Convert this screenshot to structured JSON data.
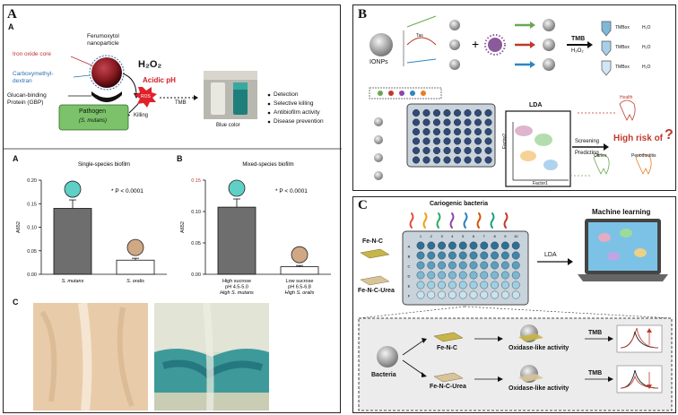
{
  "panelA": {
    "label": "A",
    "sublabel": "A",
    "ferumoxytol": "Ferumoxytol\nnanoparticle",
    "iron_core": "Iron oxide core",
    "carboxymethyl": "Carboxymethyl-\ndextran",
    "glucan": "Glucan-binding\nProtein (GBP)",
    "h2o2": "H₂O₂",
    "acidic": "Acidic pH",
    "ros": "ROS",
    "tmb": "TMB",
    "killing": "Killing",
    "pathogen": "Pathogen",
    "pathogen_species": "(S. mutans)",
    "blue_color": "Blue color",
    "bullets": [
      "Detection",
      "Selective killing",
      "Antibiofilm activity",
      "Disease prevention"
    ],
    "chartA_letter": "A",
    "chartB_letter": "B",
    "photo_letter": "C",
    "pvalue_star": "*",
    "pvalue": "P < 0.0001",
    "colors": {
      "core": "#8a1a22",
      "dextran": "#2c6fb4",
      "pathogen_box": "#7cc26a",
      "red_text": "#d0202a",
      "ros": "#e0202a",
      "swatch_blue": "#5fd0c6",
      "swatch_tan": "#d0a884"
    }
  },
  "chart_data": [
    {
      "type": "bar",
      "title": "Single-species biofilm",
      "ylabel": "A652",
      "ylim": [
        0,
        0.2
      ],
      "yticks": [
        "0.00",
        "0.05",
        "0.10",
        "0.15",
        "0.20"
      ],
      "categories": [
        "S. mutans",
        "S. oralis"
      ],
      "values": [
        0.14,
        0.03
      ],
      "errors": [
        0.018,
        0.004
      ],
      "bar_colors": [
        "#6e6e6e",
        "#ffffff"
      ],
      "annotation": "* P < 0.0001"
    },
    {
      "type": "bar",
      "title": "Mixed-species biofilm",
      "ylabel": "A652",
      "ylim": [
        0,
        0.15
      ],
      "yticks": [
        "0.00",
        "0.05",
        "0.10",
        "0.15"
      ],
      "categories": [
        "High sucrose\npH 4.5-5.0\nHigh S. mutans",
        "Low sucrose\npH 6.5-6.8\nHigh S. oralis"
      ],
      "values": [
        0.107,
        0.012
      ],
      "errors": [
        0.013,
        0.002
      ],
      "bar_colors": [
        "#6e6e6e",
        "#ffffff"
      ],
      "annotation": "* P < 0.0001"
    }
  ],
  "panelB": {
    "label": "B",
    "ionps": "IONPs",
    "tas": "Tas",
    "tmb": "TMB",
    "h2o2": "H₂O₂",
    "tubes": [
      {
        "a": "TMBox",
        "b": "H₂O"
      },
      {
        "a": "TMBox",
        "b": "H₂O"
      },
      {
        "a": "TMBox",
        "b": "H₂O"
      }
    ],
    "lda": "LDA",
    "factor1": "Factor1",
    "factor2": "Factor2",
    "screening": "Screening",
    "predicting": "Predicting",
    "health": "Health",
    "caries": "Caries",
    "periodontitis": "Periodontitis",
    "high_risk": "High risk of",
    "question": "?"
  },
  "panelC": {
    "label": "C",
    "cariogenic": "Cariogenic bacteria",
    "machine_learning": "Machine learning",
    "fenc": "Fe-N-C",
    "fencurea": "Fe-N-C-Urea",
    "lda": "LDA",
    "rows": [
      "A",
      "B",
      "C",
      "D",
      "E",
      "F"
    ],
    "cols": [
      "1",
      "2",
      "3",
      "4",
      "5",
      "6",
      "7",
      "8",
      "9",
      "10"
    ],
    "bacteria": "Bacteria",
    "oxidase1": "Oxidase-like activity",
    "oxidase2": "Oxidase-like activity",
    "tmb1": "TMB",
    "tmb2": "TMB",
    "fenc2": "Fe-N-C",
    "fencurea2": "Fe-N-C-Urea"
  }
}
